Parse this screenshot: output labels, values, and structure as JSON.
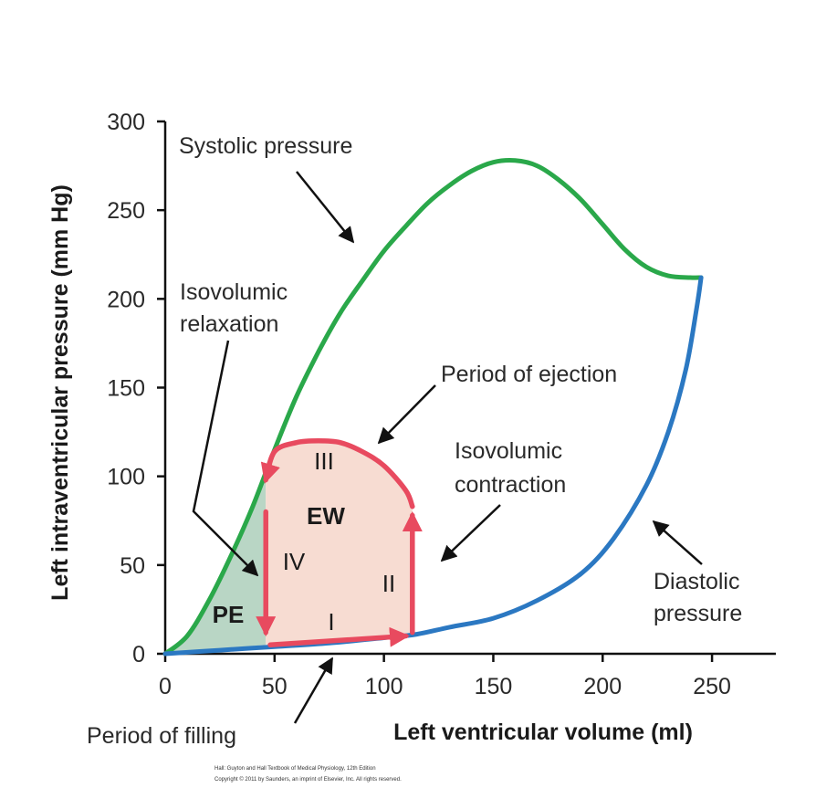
{
  "chart_data": {
    "type": "line",
    "title": "",
    "xlabel": "Left ventricular volume (ml)",
    "ylabel": "Left intraventricular pressure (mm Hg)",
    "xlim": [
      0,
      275
    ],
    "ylim": [
      0,
      300
    ],
    "x_ticks": [
      "0",
      "50",
      "100",
      "150",
      "200",
      "250"
    ],
    "y_ticks": [
      "0",
      "50",
      "100",
      "150",
      "200",
      "250",
      "300"
    ],
    "series": [
      {
        "name": "Systolic pressure",
        "color": "#2aa84a",
        "x": [
          0,
          10,
          20,
          30,
          40,
          50,
          60,
          70,
          80,
          90,
          100,
          110,
          120,
          130,
          140,
          150,
          160,
          170,
          180,
          190,
          200,
          210,
          220,
          230,
          240,
          245
        ],
        "y": [
          0,
          10,
          30,
          55,
          83,
          115,
          145,
          170,
          192,
          210,
          227,
          241,
          254,
          264,
          272,
          277,
          278,
          275,
          267,
          256,
          242,
          228,
          218,
          213,
          212,
          212
        ]
      },
      {
        "name": "Diastolic pressure",
        "color": "#2b78c2",
        "x": [
          0,
          25,
          50,
          75,
          100,
          115,
          130,
          150,
          170,
          190,
          205,
          220,
          230,
          238,
          243,
          245
        ],
        "y": [
          0,
          2,
          4,
          6,
          9,
          11,
          15,
          20,
          30,
          45,
          65,
          95,
          125,
          160,
          195,
          212
        ]
      },
      {
        "name": "Pressure-volume loop",
        "color": "#e84a5f",
        "segments": [
          {
            "label": "I",
            "x": [
              48,
              110
            ],
            "y": [
              5,
              10
            ]
          },
          {
            "label": "II",
            "x": [
              113,
              113
            ],
            "y": [
              12,
              78
            ]
          },
          {
            "label": "III",
            "x": [
              113,
              110,
              100,
              90,
              80,
              70,
              60,
              50,
              46
            ],
            "y": [
              83,
              92,
              106,
              114,
              119,
              120,
              119,
              114,
              98
            ]
          },
          {
            "label": "IV",
            "x": [
              46,
              46
            ],
            "y": [
              80,
              12
            ]
          }
        ]
      }
    ],
    "regions": [
      {
        "label": "EW",
        "fill": "#f7dcd2"
      },
      {
        "label": "PE",
        "fill": "#b9d6c5"
      }
    ],
    "annotations": [
      {
        "text": [
          "Systolic pressure"
        ],
        "target": [
          87,
          230
        ]
      },
      {
        "text": [
          "Isovolumic",
          "relaxation"
        ],
        "target": [
          42,
          45
        ]
      },
      {
        "text": [
          "Period of ejection"
        ],
        "target": [
          98,
          115
        ]
      },
      {
        "text": [
          "Isovolumic",
          "contraction"
        ],
        "target": [
          126,
          50
        ]
      },
      {
        "text": [
          "Diastolic",
          "pressure"
        ],
        "target": [
          220,
          75
        ]
      },
      {
        "text": [
          "Period of filling"
        ],
        "target": [
          75,
          6
        ]
      }
    ],
    "credit": [
      "Hall: Guyton and Hall Textbook of Medical Physiology, 12th Edition",
      "Copyright © 2011 by Saunders, an imprint of Elsevier, Inc. All rights reserved."
    ],
    "grid": false,
    "legend": "none"
  }
}
